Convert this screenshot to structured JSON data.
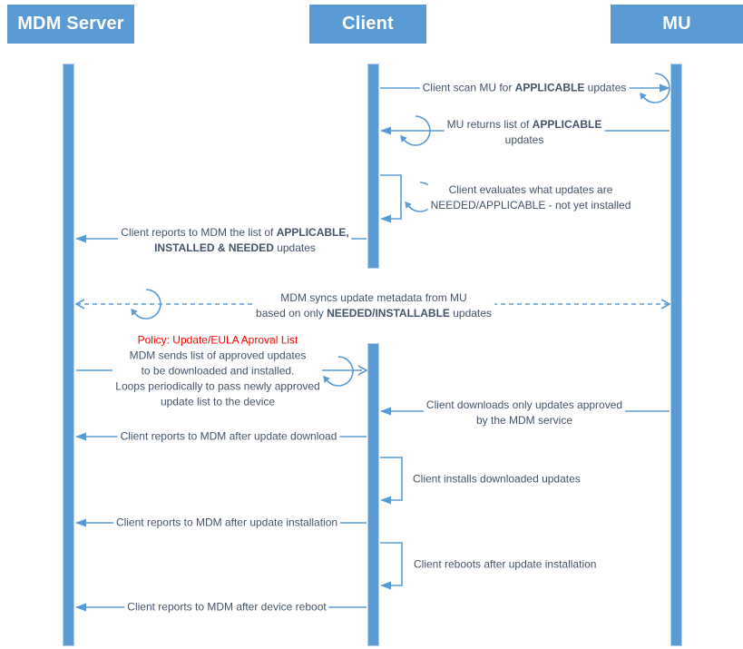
{
  "diagram": {
    "type": "sequence-diagram",
    "colors": {
      "accent": "#5B9BD5",
      "label_text": "#44546A",
      "policy_text": "#FF0000",
      "actor_text": "#FFFFFF",
      "background": "#FFFFFF"
    },
    "actors": [
      {
        "id": "mdm",
        "label": "MDM Server"
      },
      {
        "id": "client",
        "label": "Client"
      },
      {
        "id": "mu",
        "label": "MU"
      }
    ],
    "messages": {
      "scan": {
        "from": "Client",
        "to": "MU",
        "style": "solid-arrow-with-loop",
        "lines": [
          [
            {
              "t": "Client scan MU for "
            },
            {
              "t": "APPLICABLE",
              "b": true
            },
            {
              "t": " updates"
            }
          ]
        ]
      },
      "returns": {
        "from": "MU",
        "to": "Client",
        "style": "solid-arrow-with-loop",
        "lines": [
          [
            {
              "t": "MU returns list of "
            },
            {
              "t": "APPLICABLE",
              "b": true
            }
          ],
          [
            {
              "t": "updates"
            }
          ]
        ]
      },
      "evaluate": {
        "from": "Client",
        "to": "Client",
        "style": "self-loop",
        "lines": [
          [
            {
              "t": "Client evaluates what updates are"
            }
          ],
          [
            {
              "t": "NEEDED/APPLICABLE - not yet installed"
            }
          ]
        ]
      },
      "report_list": {
        "from": "Client",
        "to": "MDM Server",
        "style": "solid-arrow",
        "lines": [
          [
            {
              "t": "Client reports to MDM the list of "
            },
            {
              "t": "APPLICABLE,",
              "b": true
            }
          ],
          [
            {
              "t": "INSTALLED & NEEDED",
              "b": true
            },
            {
              "t": " updates"
            }
          ]
        ]
      },
      "sync": {
        "from": "MDM Server",
        "to": "MU",
        "style": "dashed-double-arrow-with-loop",
        "lines": [
          [
            {
              "t": "MDM syncs update metadata from MU"
            }
          ],
          [
            {
              "t": "based on only "
            },
            {
              "t": "NEEDED/INSTALLABLE",
              "b": true
            },
            {
              "t": " updates"
            }
          ]
        ]
      },
      "policy": {
        "from": "MDM Server",
        "to": "Client",
        "style": "solid-arrow-with-loop",
        "lines": [
          [
            {
              "t": "Policy: Update/EULA Aproval List",
              "red": true
            }
          ],
          [
            {
              "t": "MDM sends list of approved updates"
            }
          ],
          [
            {
              "t": "to be downloaded and installed."
            }
          ],
          [
            {
              "t": "Loops periodically to pass newly approved"
            }
          ],
          [
            {
              "t": "update list to the device"
            }
          ]
        ]
      },
      "download": {
        "from": "MU",
        "to": "Client",
        "style": "solid-arrow",
        "lines": [
          [
            {
              "t": "Client downloads only updates approved"
            }
          ],
          [
            {
              "t": "by the MDM service"
            }
          ]
        ]
      },
      "report_download": {
        "from": "Client",
        "to": "MDM Server",
        "style": "solid-arrow",
        "lines": [
          [
            {
              "t": "Client reports to MDM after update download"
            }
          ]
        ]
      },
      "install": {
        "from": "Client",
        "to": "Client",
        "style": "self-loop",
        "lines": [
          [
            {
              "t": "Client installs downloaded updates"
            }
          ]
        ]
      },
      "report_install": {
        "from": "Client",
        "to": "MDM Server",
        "style": "solid-arrow",
        "lines": [
          [
            {
              "t": "Client reports to MDM after update installation"
            }
          ]
        ]
      },
      "reboot": {
        "from": "Client",
        "to": "Client",
        "style": "self-loop",
        "lines": [
          [
            {
              "t": "Client reboots after update installation"
            }
          ]
        ]
      },
      "report_reboot": {
        "from": "Client",
        "to": "MDM Server",
        "style": "solid-arrow",
        "lines": [
          [
            {
              "t": "Client reports to MDM after device reboot"
            }
          ]
        ]
      }
    }
  }
}
